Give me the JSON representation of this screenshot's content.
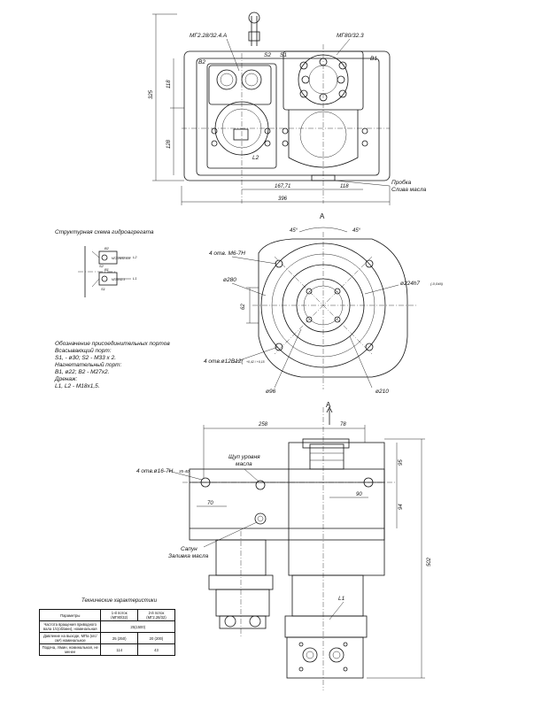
{
  "top_view": {
    "pump1_label": "МГ2.28/32.4.А",
    "pump2_label": "МГ80/32.3",
    "port_b2": "B2",
    "port_s2": "S2",
    "port_s1": "S1",
    "port_b1": "B1",
    "port_l2": "L2",
    "dim_height": "325",
    "dim_118_v": "118",
    "dim_128": "128",
    "dim_16771": "167,71",
    "dim_118_h": "118",
    "dim_396": "396",
    "probka": "Пробка",
    "sliv": "Слива масла"
  },
  "schema": {
    "title": "Структурная схема гидроагрегата",
    "b2": "B2",
    "s2": "S2",
    "b1": "B1",
    "s1": "S1",
    "l2": "L2",
    "l1": "L1",
    "box1": "МГ2.28/32.4.А",
    "box2": "МГ80/32.3"
  },
  "ports_desc": {
    "l1": "Обозначение присоединительных портов",
    "l2": "Всасывающий порт:",
    "l3": "S1, - ø30; S2 - M33 x 2.",
    "l4": "Нагнетательный порт:",
    "l5": "B1,   ø22; B2 - M27x2.",
    "l6": "Дренаж:",
    "l7": "L1, L2 - M18x1,5."
  },
  "view_a": {
    "title": "A",
    "angle1": "45°",
    "angle2": "45°",
    "holes1": "4 отв. M6-7H",
    "d280": "ø280",
    "d224": "ø224h7",
    "d224_tol": "(-0,046)",
    "dim62": "62",
    "holes2": "4 отв.ø12В12(",
    "holes2_tol": "+0,42 / +0,15",
    "d96": "ø96",
    "d210": "ø210"
  },
  "side_view": {
    "arrow_a": "A",
    "dim258": "258",
    "dim78": "78",
    "holes": "4 отв.ø16-7H",
    "holes_depth": "35-40",
    "shchup1": "Щуп уровня",
    "shchup2": "масла",
    "dim70": "70",
    "dim90": "90",
    "dim95": "95",
    "dim94": "94",
    "dim502": "502",
    "sapun": "Сапун",
    "zaliv": "Заливка масла",
    "l1": "L1"
  },
  "specs": {
    "title": "Технические характеристики",
    "header": [
      "Параметры",
      "1-й поток (МГ80/32)",
      "2-й поток (МГ2.28/32)"
    ],
    "rows": [
      [
        "Частота вращения приводного вала 1/с(об/мин), номинальная",
        "25(1500)",
        ""
      ],
      [
        "Давление на выходе, МПа (кгс/см²) номинальное",
        "25 (250)",
        "20 (200)"
      ],
      [
        "Подача, л/мин, номинальная, не менее",
        "114",
        "43"
      ]
    ]
  }
}
